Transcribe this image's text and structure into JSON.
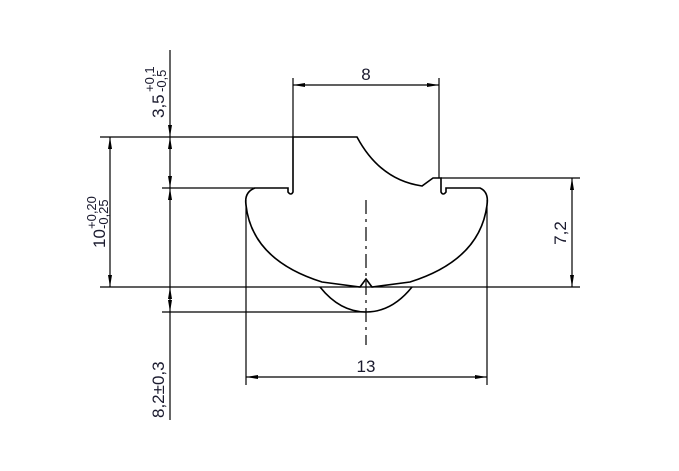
{
  "drawing": {
    "dim_width_top": "8",
    "dim_width_bottom": "13",
    "dim_height_right": "7,2",
    "dim_left_10": {
      "base": "10",
      "upper_tol": "+0,20",
      "lower_tol": "-0,25"
    },
    "dim_left_3_5": {
      "base": "3,5",
      "upper_tol": "+0,1",
      "lower_tol": "-0,5"
    },
    "dim_left_8_2": "8,2±0,3"
  }
}
